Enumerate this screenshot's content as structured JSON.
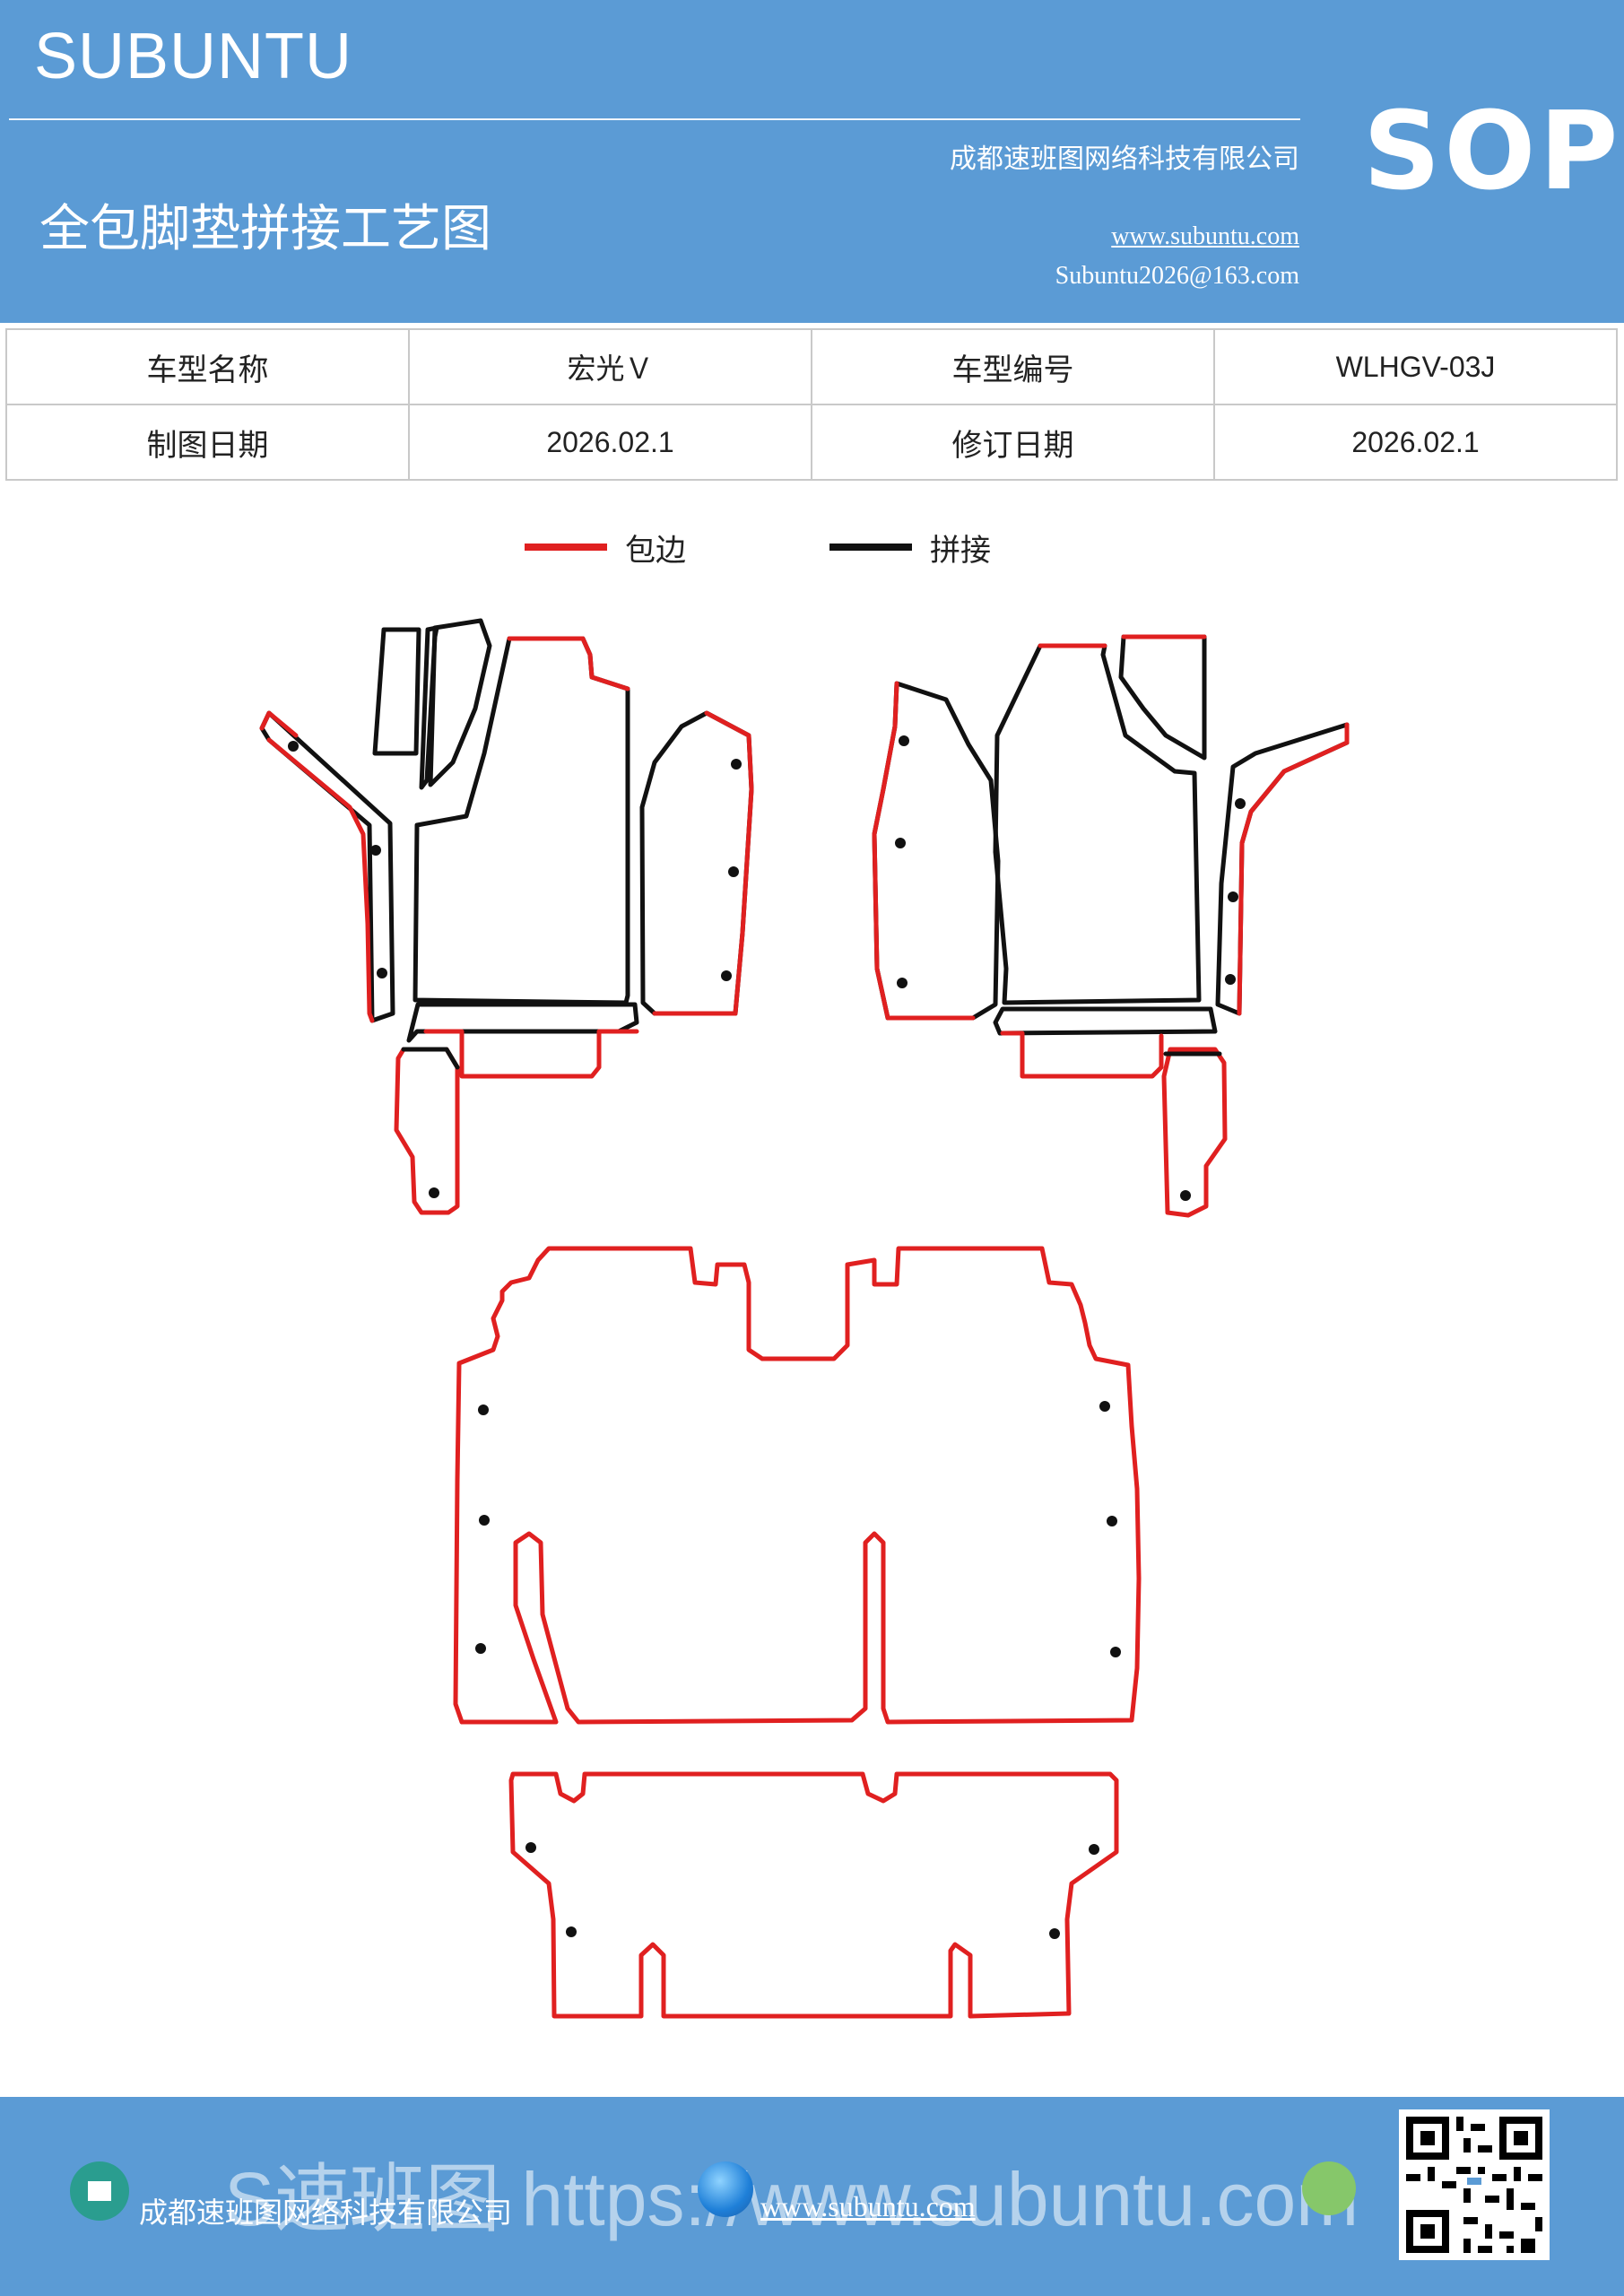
{
  "header": {
    "brand": "SUBUNTU",
    "title": "全包脚垫拼接工艺图",
    "company": "成都速班图网络科技有限公司",
    "website": "www.subuntu.com",
    "email": "Subuntu2026@163.com",
    "badge": "SOP"
  },
  "info_table": {
    "model_name_label": "车型名称",
    "model_name_value": "宏光Ｖ",
    "model_code_label": "车型编号",
    "model_code_value": "WLHGV-03J",
    "drawing_date_label": "制图日期",
    "drawing_date_value": "2026.02.1",
    "revision_date_label": "修订日期",
    "revision_date_value": "2026.02.1"
  },
  "legend": {
    "edging_label": "包边",
    "edging_color": "#e02020",
    "seam_label": "拼接",
    "seam_color": "#111111"
  },
  "footer": {
    "company": "成都速班图网络科技有限公司",
    "website": "www.subuntu.com",
    "watermark": "S速班图 https://www.subuntu.com",
    "icons": [
      "building-icon",
      "globe-icon",
      "chat-icon",
      "qr-code"
    ]
  }
}
